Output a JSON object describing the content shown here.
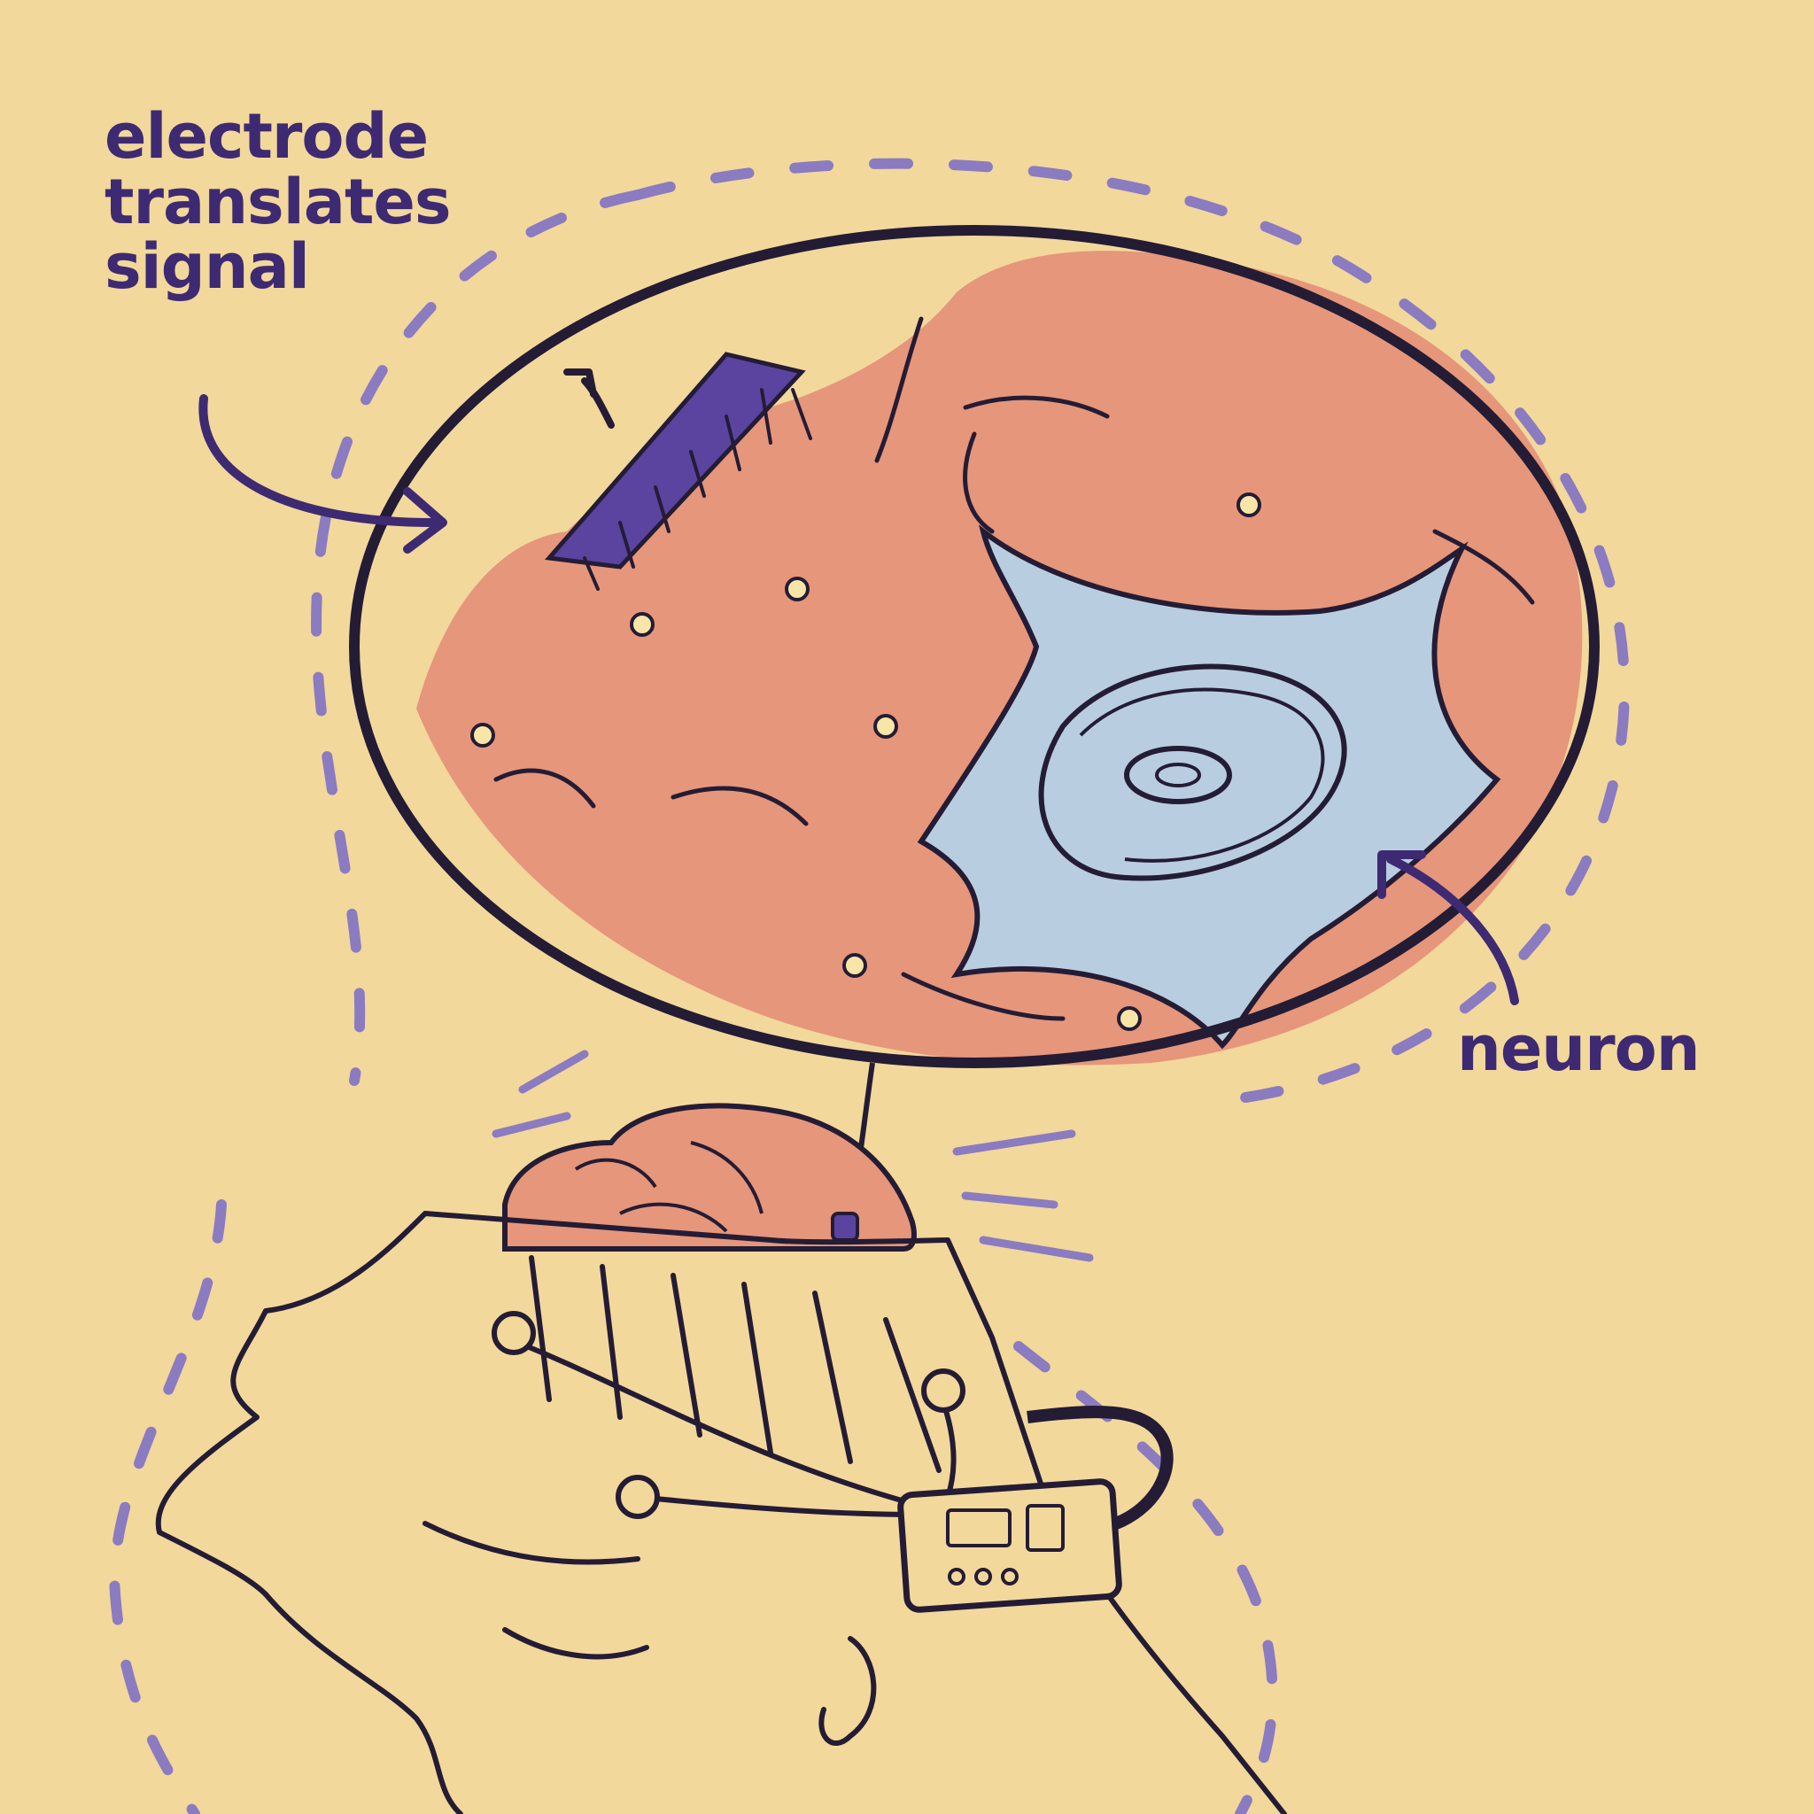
{
  "labels": {
    "electrode_lines": [
      "electrode",
      "translates",
      "signal"
    ],
    "neuron": "neuron"
  },
  "colors": {
    "background": "#f2d89b",
    "label": "#3e2a72",
    "tissue": "#e6967a",
    "neuron_body": "#b9cde0",
    "outline": "#241c35",
    "dash": "#8b7bc0",
    "electrode": "#5a44a0"
  },
  "icons": {
    "arrow_to_electrode": "curved-arrow",
    "arrow_to_neuron": "straight-arrow",
    "signal_arrow": "small-arrow"
  }
}
